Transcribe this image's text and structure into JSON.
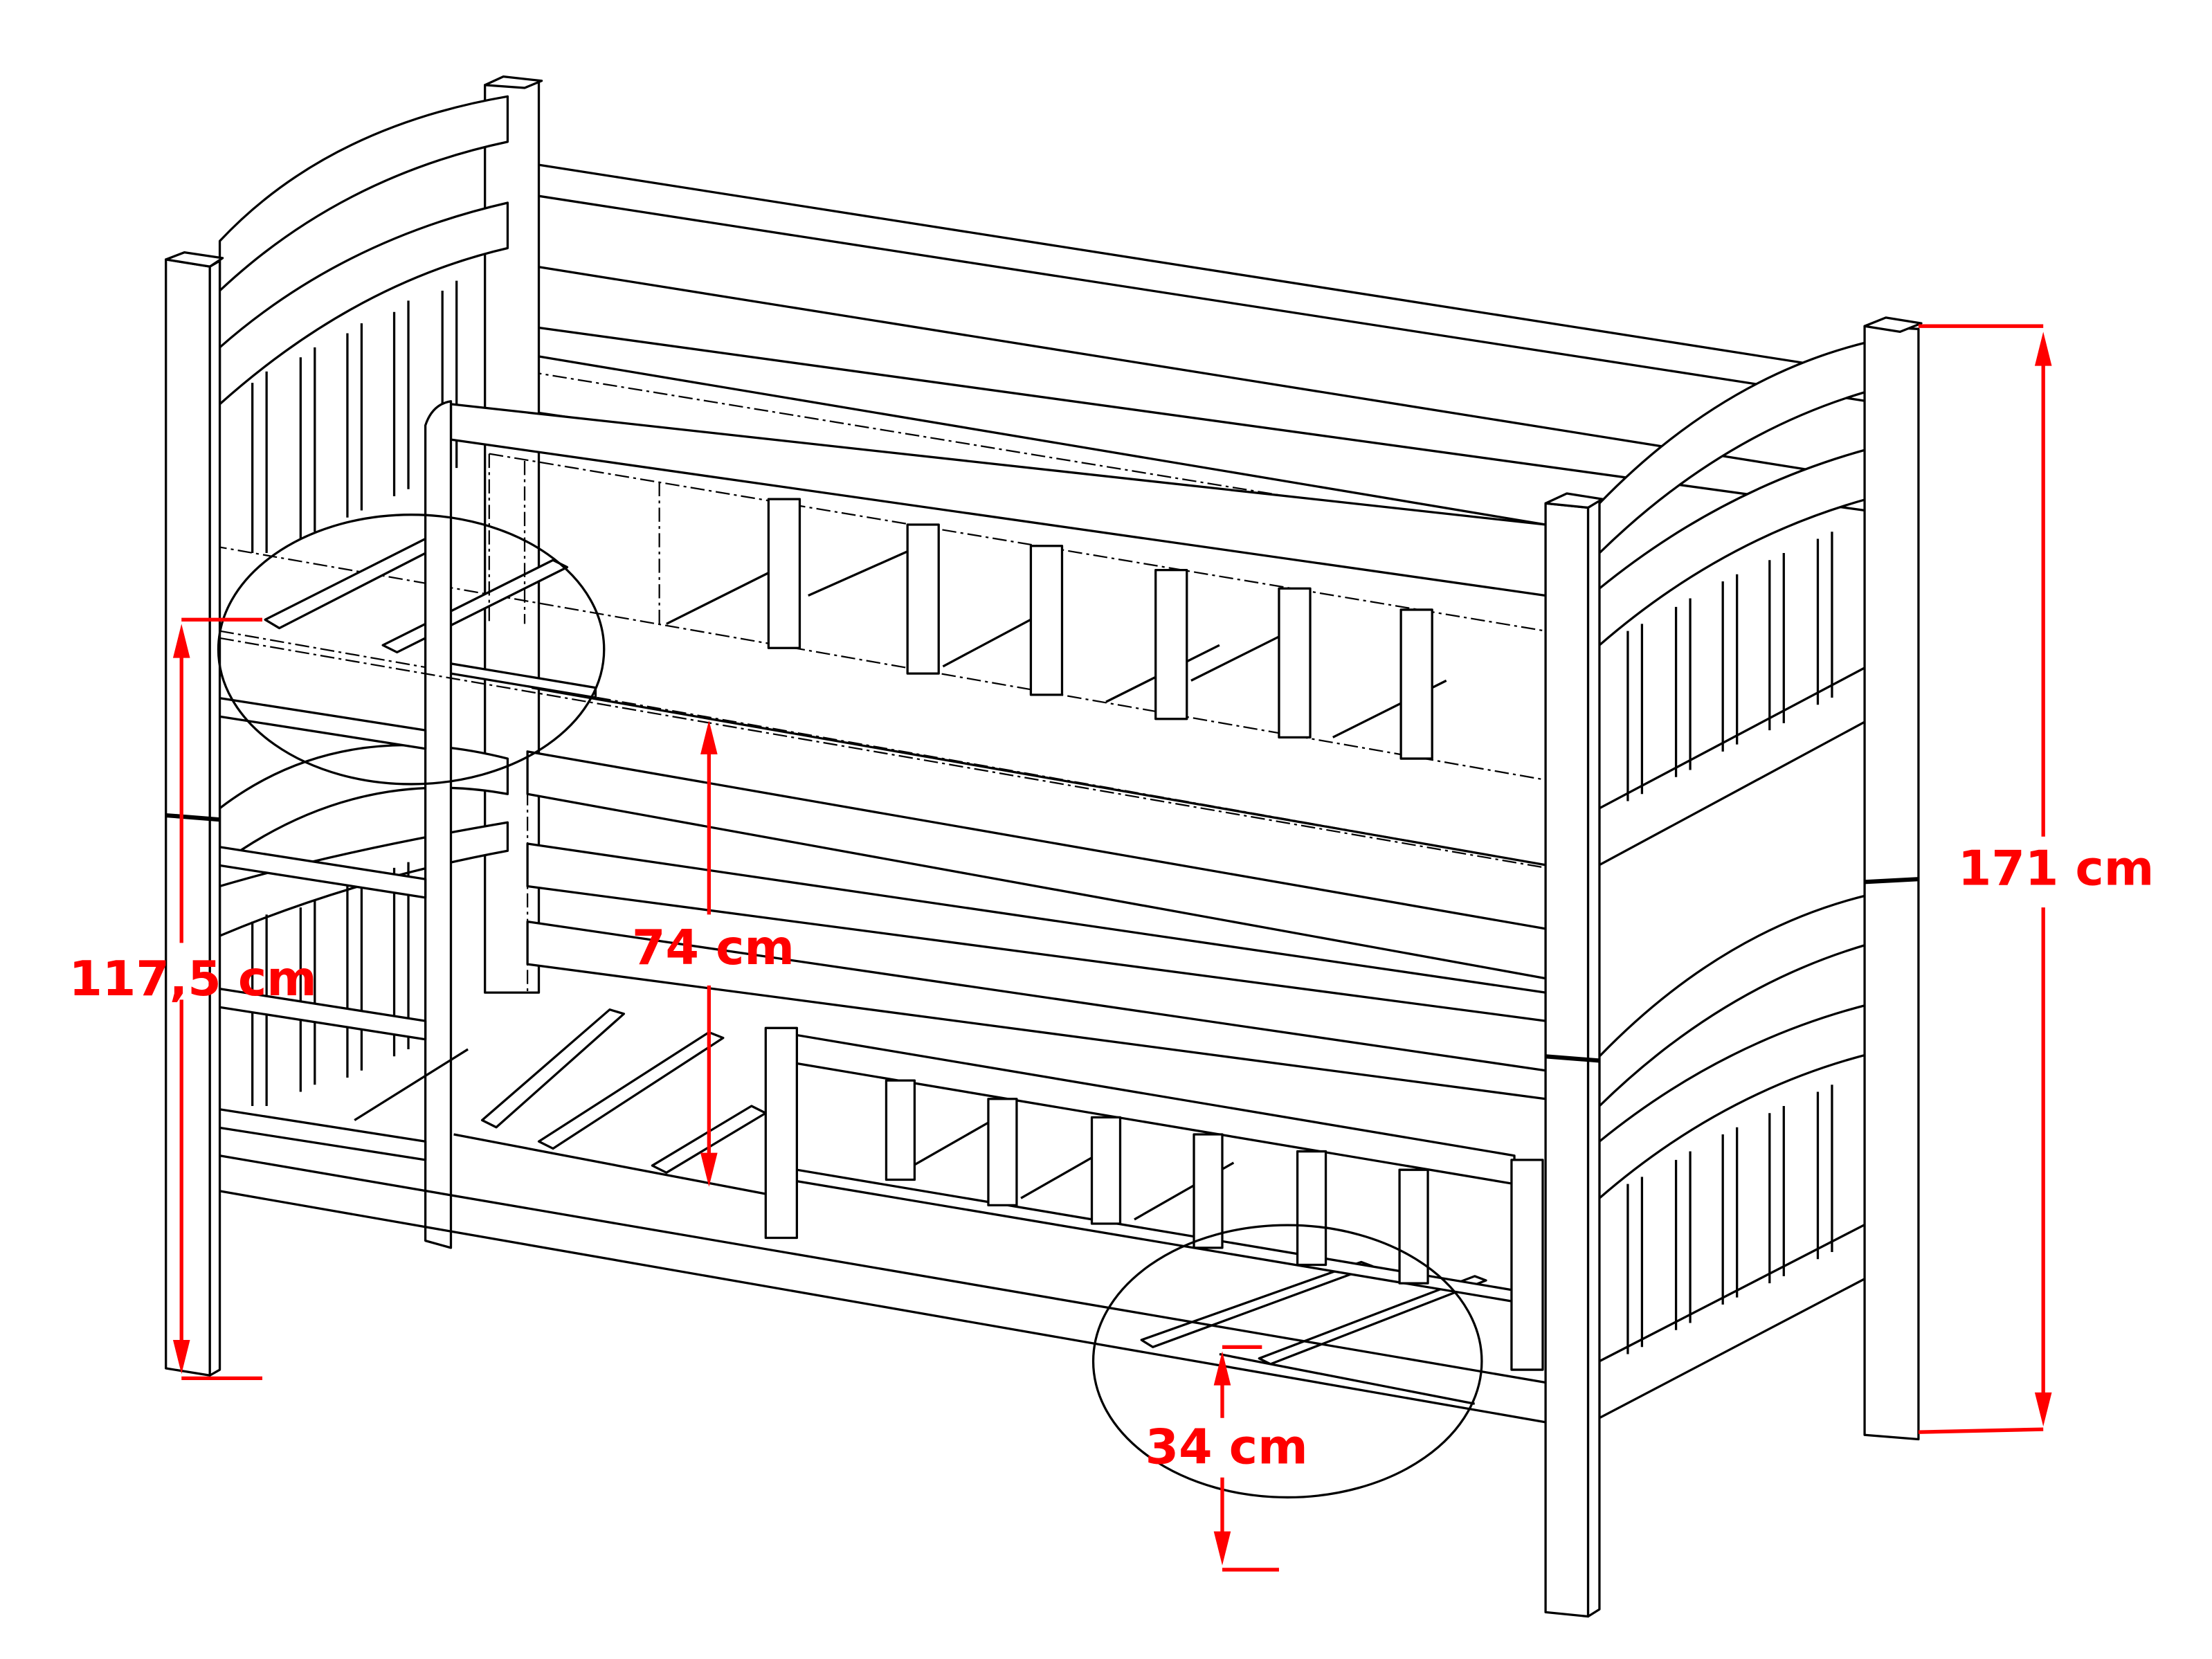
{
  "dimensions": {
    "total_height": "171 cm",
    "lower_bed_to_top_rail": "117,5 cm",
    "bunk_gap": "74 cm",
    "floor_to_slats": "34 cm"
  },
  "colors": {
    "line": "#000000",
    "dimension": "#ff0000",
    "background": "#ffffff"
  }
}
